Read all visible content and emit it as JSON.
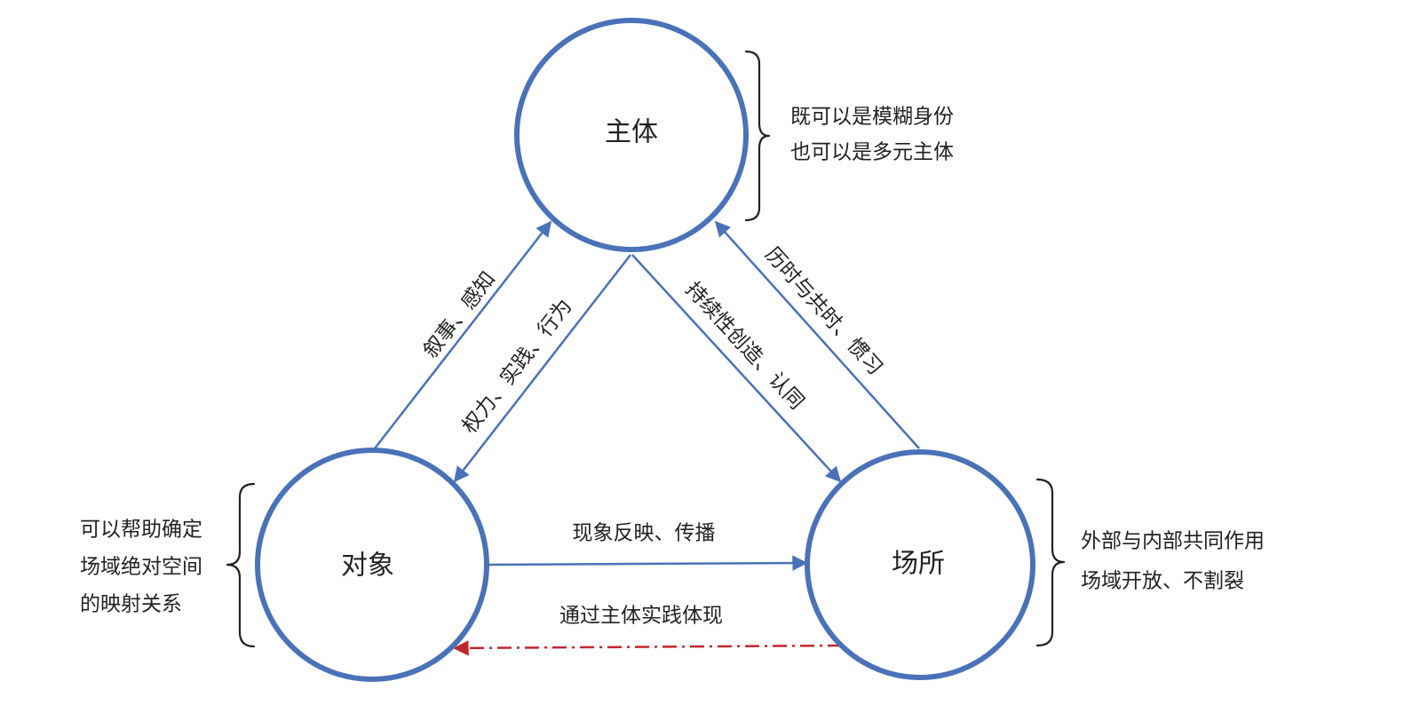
{
  "nodes": {
    "subject": "主体",
    "object": "对象",
    "place": "场所"
  },
  "edges": {
    "object_to_subject": "叙事、感知",
    "subject_to_object": "权力、实践、行为",
    "subject_to_place": "持续性创造、认同",
    "place_to_subject": "历时与共时、惯习",
    "object_to_place": "现象反映、传播",
    "place_to_object": "通过主体实践体现"
  },
  "notes": {
    "subject": [
      "既可以是模糊身份",
      "也可以是多元主体"
    ],
    "object": [
      "可以帮助确定",
      "场域绝对空间",
      "的映射关系"
    ],
    "place": [
      "外部与内部共同作用",
      "场域开放、不割裂"
    ]
  },
  "colors": {
    "node_stroke": "#4a72b8",
    "edge_solid": "#4a72b8",
    "edge_dashed": "#c0272d",
    "text": "#222222"
  }
}
